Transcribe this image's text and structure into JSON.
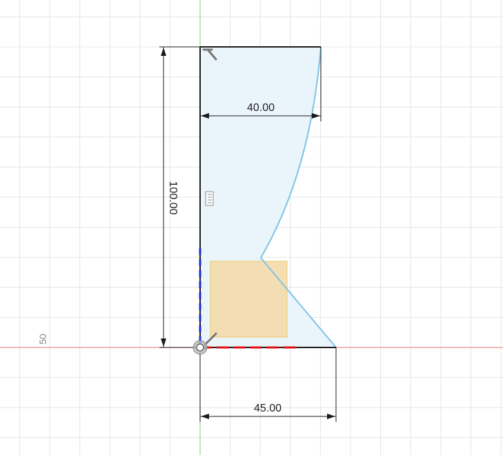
{
  "dimensions": {
    "top_width": "40.00",
    "height": "100.00",
    "bottom_width": "45.00"
  },
  "grid": {
    "y_label": "50"
  },
  "icons": {
    "top_constraint": "perpendicular-constraint-icon",
    "side_constraint": "coincident-constraint-icon",
    "origin_constraint": "perpendicular-constraint-icon",
    "origin": "origin-point-icon"
  },
  "colors": {
    "background": "#ffffff",
    "grid_line": "#e4e4e4",
    "x_axis": "#f08a8a",
    "y_axis": "#8fd68f",
    "profile_fill": "#eaf4fb",
    "profile_edge": "#7cc3e6",
    "sketch_line": "#1a1a1a",
    "orange_box": "#f3d9a4",
    "orange_box_edge": "#f0c66c",
    "blue_axis_dash": "#1a2bd6",
    "red_axis_dash": "#e01010"
  }
}
